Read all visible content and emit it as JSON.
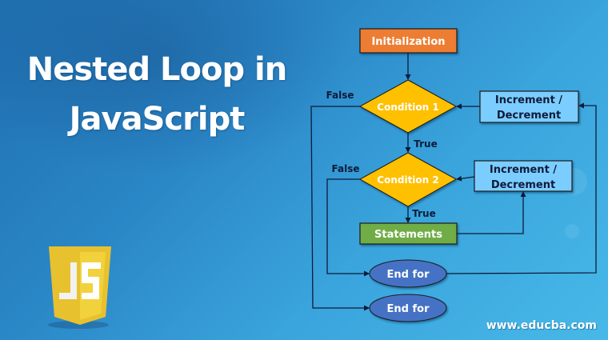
{
  "title": {
    "line1": "Nested Loop in",
    "line2": "JavaScript"
  },
  "logo": {
    "text": "JS",
    "icon": "javascript-shield-logo"
  },
  "flowchart": {
    "nodes": {
      "initialization": {
        "label": "Initialization",
        "shape": "rectangle",
        "color": "#ed7d31"
      },
      "condition1": {
        "label": "Condition 1",
        "shape": "diamond",
        "color": "#ffc000"
      },
      "increment1": {
        "line1": "Increment /",
        "line2": "Decrement",
        "shape": "rectangle",
        "color": "#7ccdff"
      },
      "condition2": {
        "label": "Condition 2",
        "shape": "diamond",
        "color": "#ffc000"
      },
      "increment2": {
        "line1": "Increment /",
        "line2": "Decrement",
        "shape": "rectangle",
        "color": "#7ccdff"
      },
      "statements": {
        "label": "Statements",
        "shape": "rectangle",
        "color": "#70ad47"
      },
      "endfor_inner": {
        "label": "End for",
        "shape": "ellipse",
        "color": "#4472c4"
      },
      "endfor_outer": {
        "label": "End for",
        "shape": "ellipse",
        "color": "#4472c4"
      }
    },
    "edge_labels": {
      "cond1_false": "False",
      "cond1_true": "True",
      "cond2_false": "False",
      "cond2_true": "True"
    },
    "edges": [
      {
        "from": "initialization",
        "to": "condition1"
      },
      {
        "from": "condition1",
        "to": "condition2",
        "label": "True"
      },
      {
        "from": "condition1",
        "to": "endfor_outer",
        "label": "False"
      },
      {
        "from": "condition2",
        "to": "statements",
        "label": "True"
      },
      {
        "from": "condition2",
        "to": "endfor_inner",
        "label": "False"
      },
      {
        "from": "statements",
        "to": "increment2"
      },
      {
        "from": "increment2",
        "to": "condition2"
      },
      {
        "from": "endfor_inner",
        "to": "increment1"
      },
      {
        "from": "increment1",
        "to": "condition1"
      }
    ]
  },
  "watermark": "www.educba.com"
}
